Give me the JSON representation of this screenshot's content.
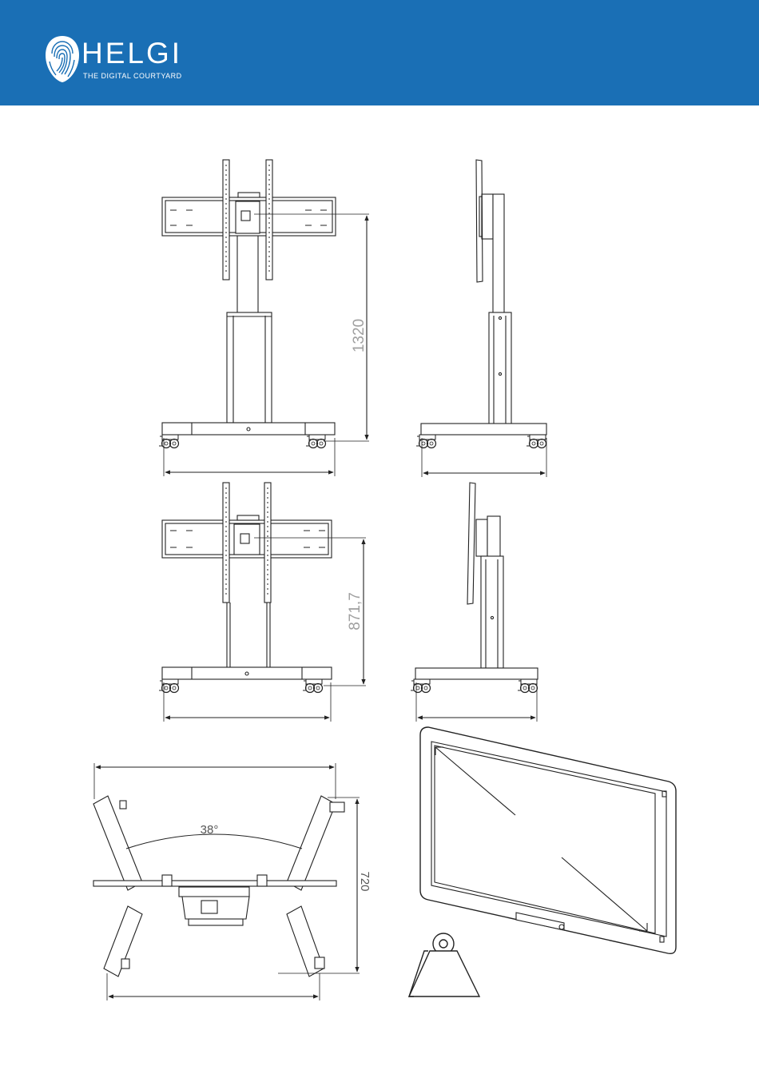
{
  "header": {
    "brand": "HELGI",
    "tagline": "THE DIGITAL COURTYARD",
    "background_color": "#1a6fb5",
    "logo_icon": "fingerprint-icon"
  },
  "drawings": {
    "front_view_high": {
      "height_dimension": "1320"
    },
    "front_view_low": {
      "height_dimension": "871,7"
    },
    "top_view": {
      "angle_label": "38°",
      "depth_dimension": "720"
    },
    "weight_icon": "weight-icon"
  }
}
